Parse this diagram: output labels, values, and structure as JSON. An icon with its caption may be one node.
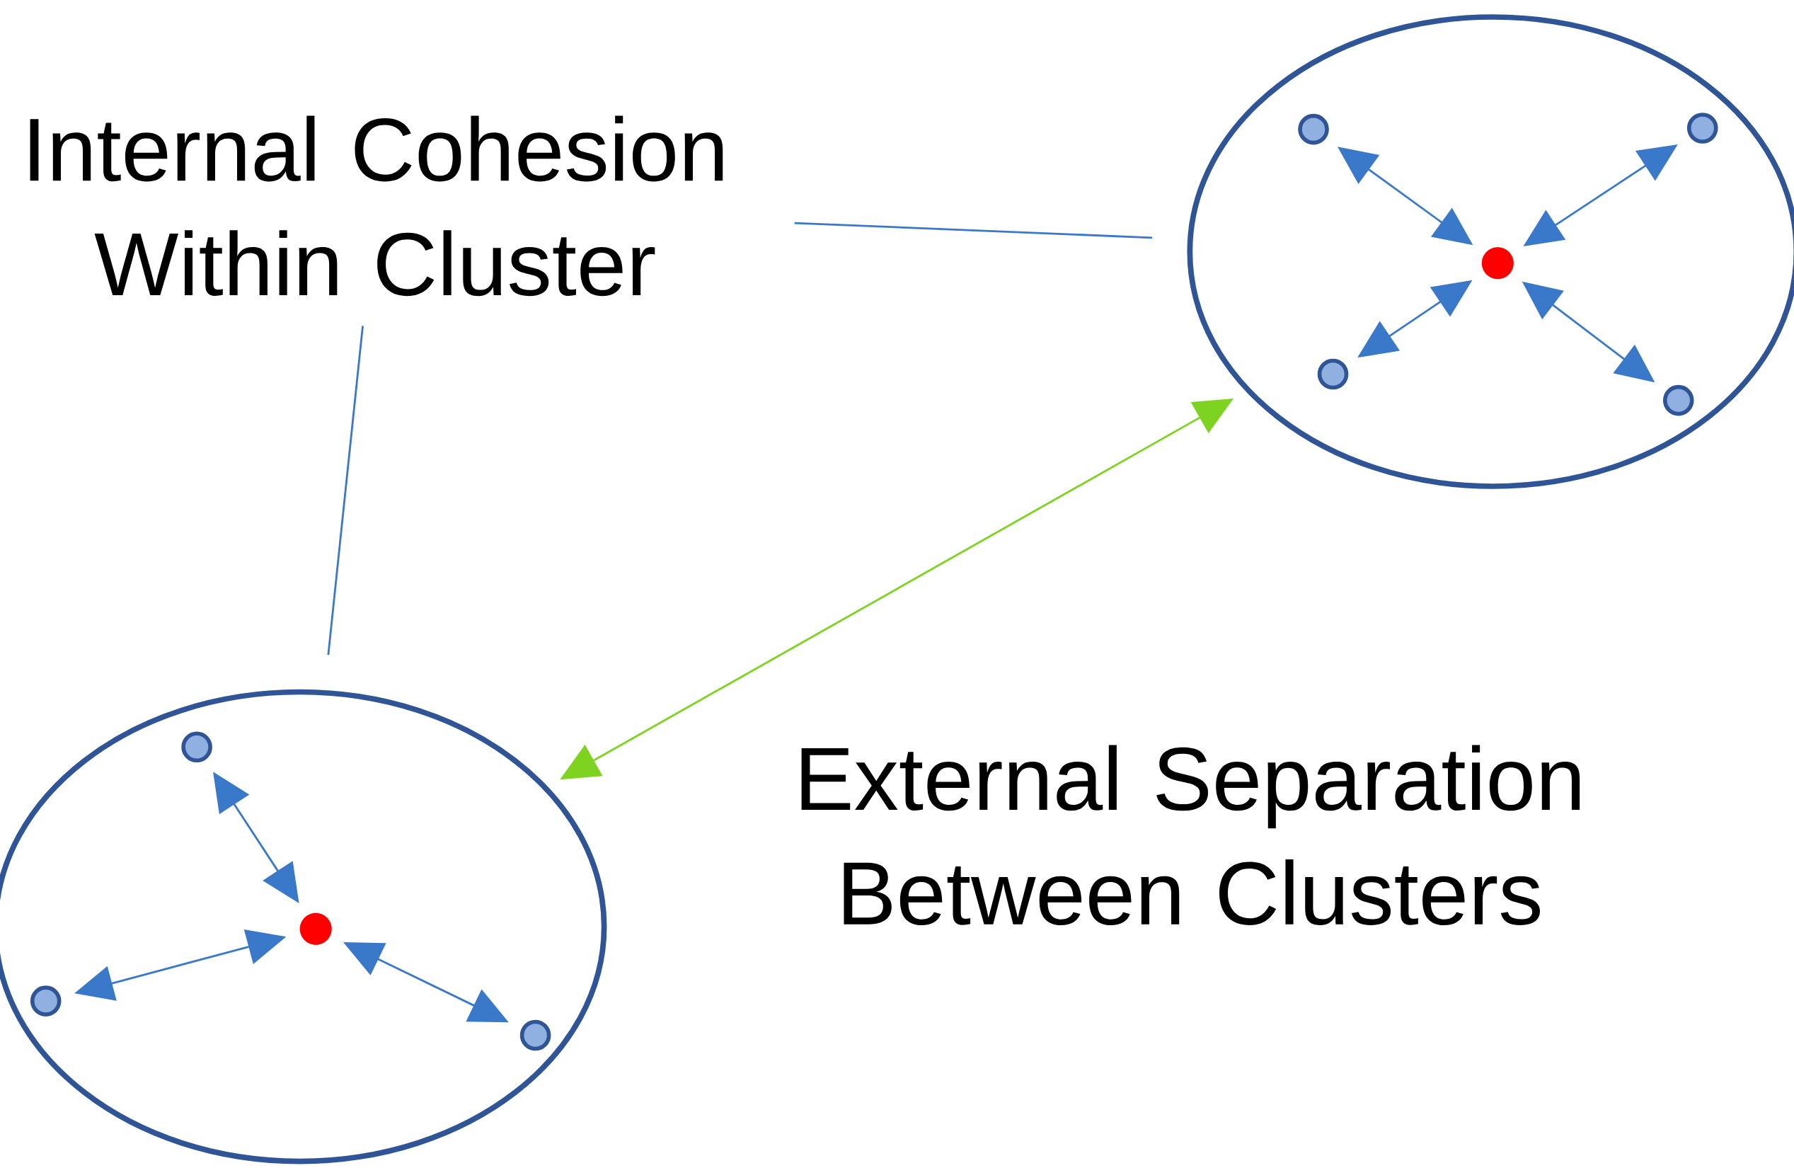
{
  "diagram": {
    "nodes": [
      {
        "text": [
          "Internal Cohesion Within Cluster"
        ]
      },
      {
        "text": [],
        "shape": "ellipse"
      },
      {
        "text": [],
        "shape": "circle",
        "in": 1
      },
      {
        "text": [],
        "shape": "circle",
        "in": 1
      },
      {
        "text": [],
        "shape": "circle",
        "in": 1
      },
      {
        "text": [],
        "shape": "circle",
        "in": 1
      },
      {
        "text": [],
        "shape": "circle",
        "in": 1
      },
      {
        "text": [],
        "shape": "ellipse"
      },
      {
        "text": [],
        "shape": "circle",
        "in": 7
      },
      {
        "text": [],
        "shape": "circle",
        "in": 7
      },
      {
        "text": [],
        "shape": "circle",
        "in": 7
      },
      {
        "text": [],
        "shape": "circle",
        "in": 7
      }
    ],
    "edges": [
      {
        "from": 0,
        "to": 1,
        "arrow": "none"
      },
      {
        "from": 0,
        "to": 7,
        "arrow": "none"
      },
      {
        "from": 2,
        "to": 6,
        "arrow": "both"
      },
      {
        "from": 3,
        "to": 6,
        "arrow": "both"
      },
      {
        "from": 4,
        "to": 6,
        "arrow": "both"
      },
      {
        "from": 5,
        "to": 6,
        "arrow": "both"
      },
      {
        "from": 8,
        "to": 11,
        "arrow": "both"
      },
      {
        "from": 9,
        "to": 11,
        "arrow": "both"
      },
      {
        "from": 10,
        "to": 11,
        "arrow": "both"
      },
      {
        "from": 7,
        "to": 1,
        "arrow": "both",
        "color": "#7ed321"
      }
    ],
    "labels": [
      "External Separation Between Clusters"
    ]
  }
}
